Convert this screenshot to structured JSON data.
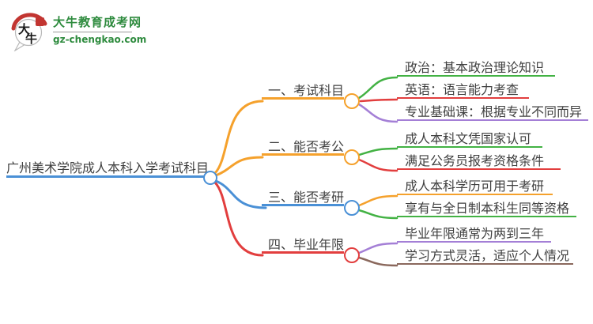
{
  "logo": {
    "title": "大牛教育成考网",
    "domain": "gz-chengkao.com",
    "icon_chars_top": "大",
    "icon_chars_bottom": "牛",
    "green": "#2e8b3e",
    "red": "#c23531"
  },
  "mindmap": {
    "root": {
      "label": "广州美术学院成人本科入学考试科目",
      "color": "#4a90d6"
    },
    "branches": [
      {
        "label": "一、考试科目",
        "color": "#f5a12c",
        "children": [
          {
            "label": "政治：基本政治理论知识",
            "color": "#43b244"
          },
          {
            "label": "英语：语言能力考查",
            "color": "#e23e3e"
          },
          {
            "label": "专业基础课：根据专业不同而异",
            "color": "#a47fd6"
          }
        ]
      },
      {
        "label": "二、能否考公",
        "color": "#f5a12c",
        "children": [
          {
            "label": "成人本科文凭国家认可",
            "color": "#43b244"
          },
          {
            "label": "满足公务员报考资格条件",
            "color": "#e23e3e"
          }
        ]
      },
      {
        "label": "三、能否考研",
        "color": "#4a90d6",
        "children": [
          {
            "label": "成人本科学历可用于考研",
            "color": "#f5a12c"
          },
          {
            "label": "享有与全日制本科生同等资格",
            "color": "#43b244"
          }
        ]
      },
      {
        "label": "四、毕业年限",
        "color": "#e23e3e",
        "children": [
          {
            "label": "毕业年限通常为两到三年",
            "color": "#a47fd6"
          },
          {
            "label": "学习方式灵活，适应个人情况",
            "color": "#8a685c"
          }
        ]
      }
    ]
  }
}
